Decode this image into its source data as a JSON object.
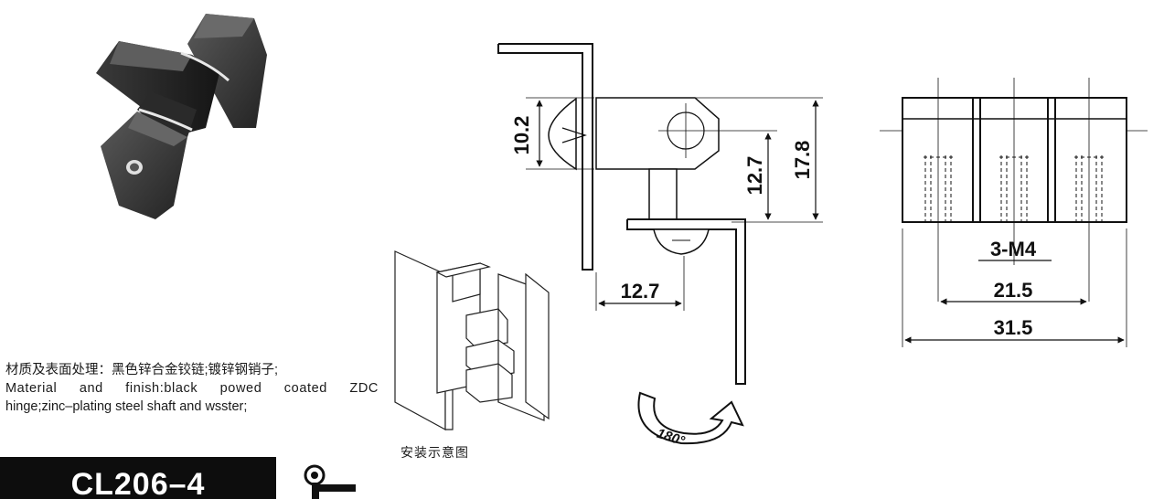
{
  "description": {
    "line1": "材质及表面处理：黑色锌合金铰链;镀锌钢销子;",
    "line2": "Material and finish:black powed coated ZDC",
    "line3": "hinge;zinc–plating steel shaft and wsster;"
  },
  "install_caption": "安装示意图",
  "model_label": "CL206–4",
  "side_view": {
    "dim_height_bracket": "10.2",
    "dim_pivot_height": "12.7",
    "dim_total_height": "17.8",
    "dim_offset": "12.7",
    "rotation_label": "180°"
  },
  "front_view": {
    "thread_label": "3-M4",
    "dim_hole_spacing": "21.5",
    "dim_total_width": "31.5"
  },
  "icons": [
    "hinge-product-photo",
    "install-sketch",
    "rotation-arrow-icon",
    "hinge-symbol-icon"
  ]
}
